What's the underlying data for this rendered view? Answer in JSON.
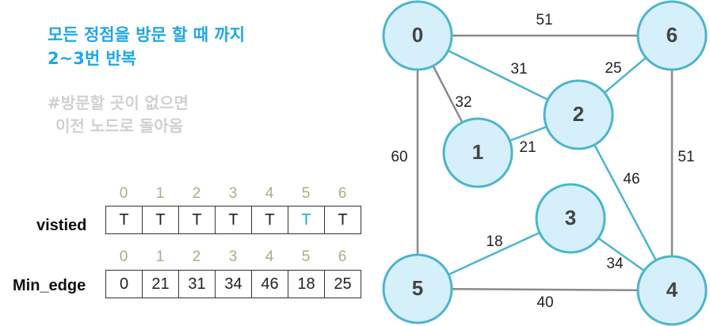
{
  "notes": {
    "line1": "모든 정점을 방문 할 때 까지",
    "line2": "2~3번 반복",
    "gray1": "#방문할 곳이 없으면",
    "gray2": "이전 노드로 돌아옴"
  },
  "indices": [
    "0",
    "1",
    "2",
    "3",
    "4",
    "5",
    "6"
  ],
  "visited": {
    "label": "vistied",
    "values": [
      "T",
      "T",
      "T",
      "T",
      "T",
      "T",
      "T"
    ]
  },
  "min_edge": {
    "label": "Min_edge",
    "values": [
      "0",
      "21",
      "31",
      "34",
      "46",
      "18",
      "25"
    ]
  },
  "colors": {
    "node_fill": "#d6f0fb",
    "node_stroke": "#4bb5cc",
    "gray_edge": "#8a8a8a",
    "highlight_edge": "#4bb5cc",
    "accent_text": "#1ea7e6",
    "index_text": "#b3a983"
  },
  "graph": {
    "nodes": [
      {
        "id": "0",
        "label": "0"
      },
      {
        "id": "1",
        "label": "1"
      },
      {
        "id": "2",
        "label": "2"
      },
      {
        "id": "3",
        "label": "3"
      },
      {
        "id": "4",
        "label": "4"
      },
      {
        "id": "5",
        "label": "5"
      },
      {
        "id": "6",
        "label": "6"
      }
    ],
    "edges": [
      {
        "from": "0",
        "to": "6",
        "weight": "51",
        "highlight": false
      },
      {
        "from": "0",
        "to": "2",
        "weight": "31",
        "highlight": true
      },
      {
        "from": "0",
        "to": "1",
        "weight": "32",
        "highlight": false
      },
      {
        "from": "0",
        "to": "5",
        "weight": "60",
        "highlight": false
      },
      {
        "from": "6",
        "to": "2",
        "weight": "25",
        "highlight": true
      },
      {
        "from": "6",
        "to": "4",
        "weight": "51",
        "highlight": false
      },
      {
        "from": "1",
        "to": "2",
        "weight": "21",
        "highlight": true
      },
      {
        "from": "2",
        "to": "4",
        "weight": "46",
        "highlight": true
      },
      {
        "from": "3",
        "to": "5",
        "weight": "18",
        "highlight": true
      },
      {
        "from": "3",
        "to": "4",
        "weight": "34",
        "highlight": true
      },
      {
        "from": "5",
        "to": "4",
        "weight": "40",
        "highlight": false
      }
    ]
  }
}
